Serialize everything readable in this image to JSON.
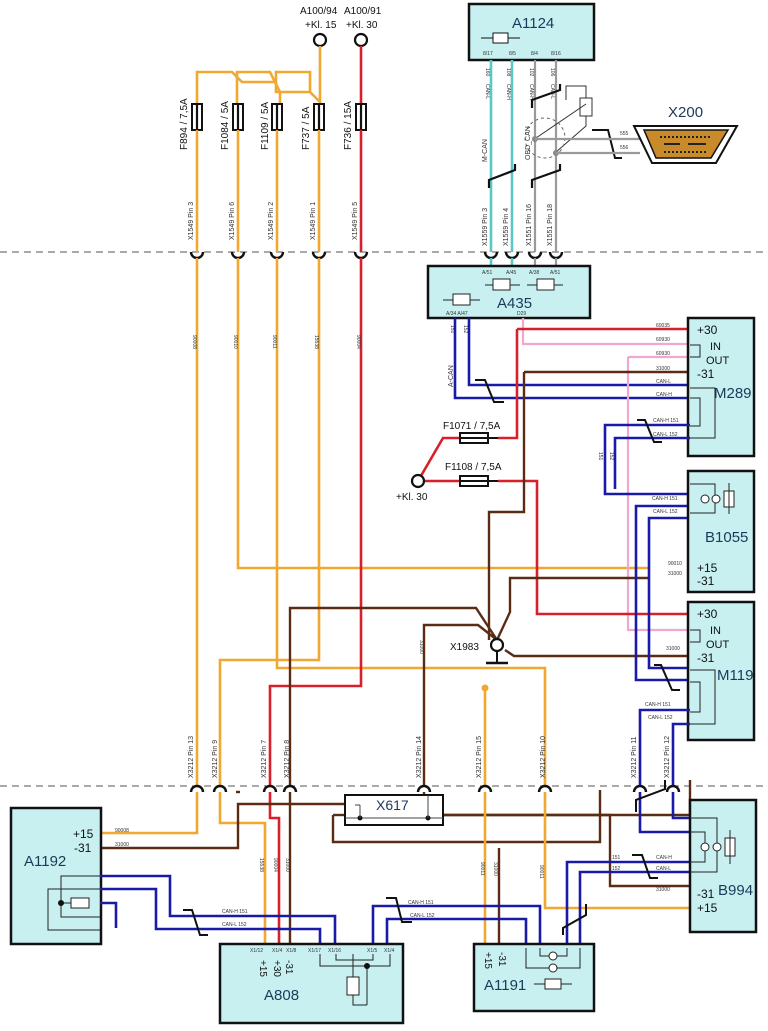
{
  "diagram": {
    "supply_terminals": [
      {
        "id": "A100/94",
        "label": "+Kl. 15"
      },
      {
        "id": "A100/91",
        "label": "+Kl. 30"
      }
    ],
    "fuses_top": [
      "F894 / 7,5A",
      "F1084 / 5A",
      "F1109 / 5A",
      "F737 / 5A",
      "F736 / 15A"
    ],
    "x1549_pins": [
      "X1549 Pin 3",
      "X1549 Pin 6",
      "X1549 Pin 2",
      "X1549 Pin 1",
      "X1549 Pin 5"
    ],
    "x1549_wires": [
      "90008",
      "90010",
      "90011",
      "15538",
      "90004"
    ],
    "a1124": {
      "name": "A1124",
      "pins": [
        "8/17",
        "8/5",
        "8/4",
        "8/16"
      ],
      "wires": [
        "160",
        "108",
        "102",
        "106"
      ],
      "signals": [
        "CAN-L",
        "CAN-H",
        "CAN-H",
        "CAN-L"
      ]
    },
    "bus_labels": {
      "m_can": "M-CAN",
      "obd_can": "OBD_CAN",
      "a_can": "A-CAN"
    },
    "x200": {
      "name": "X200",
      "wires": [
        "555",
        "556"
      ]
    },
    "upper_pins": [
      "X1559 Pin 3",
      "X1559 Pin 4",
      "X1551 Pin 16",
      "X1551 Pin 18"
    ],
    "a435": {
      "name": "A435",
      "top_pins": [
        "A/51",
        "A/45",
        "A/38",
        "A/51"
      ],
      "bottom_pins": "A/34 A/47",
      "out_pin": "D29",
      "wires": [
        "151",
        "152"
      ]
    },
    "m289": {
      "name": "M289",
      "terminals": [
        "+30",
        "IN",
        "OUT",
        "-31"
      ],
      "wires": [
        "60035",
        "60930",
        "60930",
        "31000",
        "CAN-L",
        "CAN-H",
        "CAN-H 151",
        "CAN-L 152"
      ]
    },
    "fuses_mid": [
      "F1071 / 7,5A",
      "F1108 / 7,5A"
    ],
    "kl30_mid": "+Kl. 30",
    "b1055": {
      "name": "B1055",
      "terminals": [
        "+15",
        "-31"
      ],
      "wires": [
        "CAN-H 151",
        "CAN-L 152",
        "90010",
        "31000"
      ],
      "side_wires": [
        "151",
        "152"
      ]
    },
    "x1983": {
      "name": "X1983",
      "wire": "31000"
    },
    "m119": {
      "name": "M119",
      "terminals": [
        "+30",
        "IN",
        "OUT",
        "-31"
      ],
      "wires": [
        "31000",
        "CAN-H 151",
        "CAN-L 152"
      ]
    },
    "x3212_pins": [
      "X3212 Pin 13",
      "X3212 Pin 9",
      "X3212 Pin 7",
      "X3212 Pin 8",
      "X3212 Pin 14",
      "X3212 Pin 15",
      "X3212 Pin 10",
      "X3212 Pin 11",
      "X3212 Pin 12"
    ],
    "x617": {
      "name": "X617"
    },
    "a1192": {
      "name": "A1192",
      "terminals": [
        "+15",
        "-31"
      ],
      "wires": [
        "90008",
        "31000"
      ]
    },
    "a808": {
      "name": "A808",
      "pins": [
        "X1/12",
        "X1/4",
        "X1/8",
        "X1/17",
        "X1/16",
        "X1/5",
        "X1/4"
      ],
      "terminals": [
        "+15",
        "+30",
        "-31"
      ],
      "wires": [
        "CAN-H 151",
        "CAN-L 152",
        "CAN-H 151",
        "CAN-L 152",
        "15538",
        "90004",
        "31000"
      ]
    },
    "a1191": {
      "name": "A1191",
      "terminals": [
        "+15",
        "-31"
      ],
      "wires": [
        "90011",
        "31000",
        "90011"
      ]
    },
    "b994": {
      "name": "B994",
      "terminals": [
        "-31",
        "+15"
      ],
      "wires": [
        "151",
        "152",
        "CAN-H",
        "CAN-L",
        "31000"
      ]
    }
  }
}
